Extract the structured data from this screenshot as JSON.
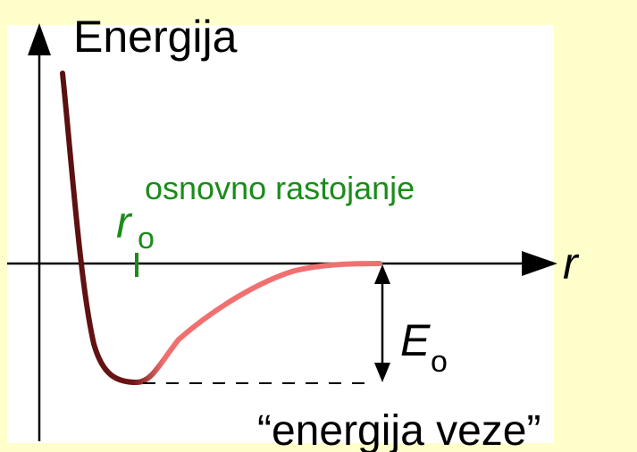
{
  "diagram": {
    "y_axis_label": "Energija",
    "x_axis_label": "r",
    "equilibrium_symbol": "r",
    "equilibrium_subscript": "o",
    "equilibrium_caption": "osnovno rastojanje",
    "binding_energy_symbol": "E",
    "binding_energy_subscript": "o",
    "binding_energy_caption": "“energija veze”"
  },
  "colors": {
    "background": "#ffffcc",
    "panel": "#ffffff",
    "axis": "#000000",
    "curve_repulsive": "#5a1010",
    "curve_attractive": "#f07070",
    "label_green": "#1a8c1a",
    "dashed_line": "#000000"
  },
  "icons": {
    "y_axis_arrow": "arrow-up-icon",
    "x_axis_arrow": "arrow-right-icon",
    "energy_double_arrow": "double-arrow-vertical-icon"
  }
}
